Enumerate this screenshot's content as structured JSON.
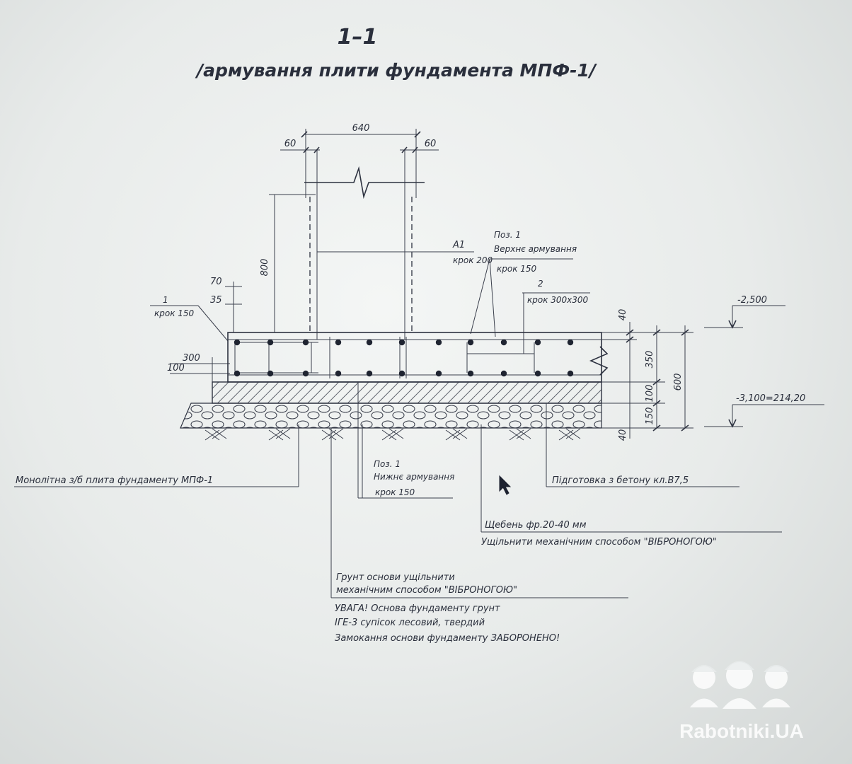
{
  "drawing": {
    "title": "1–1",
    "subtitle": "/армування плити фундамента МПФ-1/",
    "dimensions": {
      "top_width": "640",
      "left_offset": "60",
      "right_offset": "60",
      "height_800": "800",
      "d70": "70",
      "d35": "35",
      "d300": "300",
      "d100": "100",
      "r40_top": "40",
      "r350": "350",
      "r600": "600",
      "r100": "100",
      "r150": "150",
      "r40_bottom": "40"
    },
    "callouts": {
      "a1_name": "А1",
      "a1_step": "крок 200",
      "pos1_name": "Поз. 1",
      "pos1_desc": "Верхнє армування",
      "pos1_step": "крок 150",
      "pos2_name": "2",
      "pos2_step": "крок 300х300",
      "left_name": "1",
      "left_step": "крок 150",
      "low_name": "Поз. 1",
      "low_desc": "Нижнє армування",
      "low_step": "крок 150"
    },
    "levels": {
      "top": "-2,500",
      "bottom": "-3,100=214,20"
    },
    "notes": {
      "monolith": "Монолітна з/б плита фундаменту МПФ-1",
      "prep": "Підготовка з бетону кл.В7,5",
      "gravel": "Щебень фр.20-40 мм",
      "compact": "Ущільнити механічним способом \"ВІБРОНОГОЮ\"",
      "ground1": "Грунт основи ущільнити",
      "ground2": "механічним способом \"ВІБРОНОГОЮ\"",
      "warn1": "УВАГА! Основа фундаменту грунт",
      "warn2": "ІГЕ-3 супісок лесовий, твердий",
      "warn3": "Замокання основи фундаменту ЗАБОРОНЕНО!"
    }
  },
  "watermark": {
    "text": "Rabotniki.UA",
    "icon": "workers-helmet-icon"
  }
}
